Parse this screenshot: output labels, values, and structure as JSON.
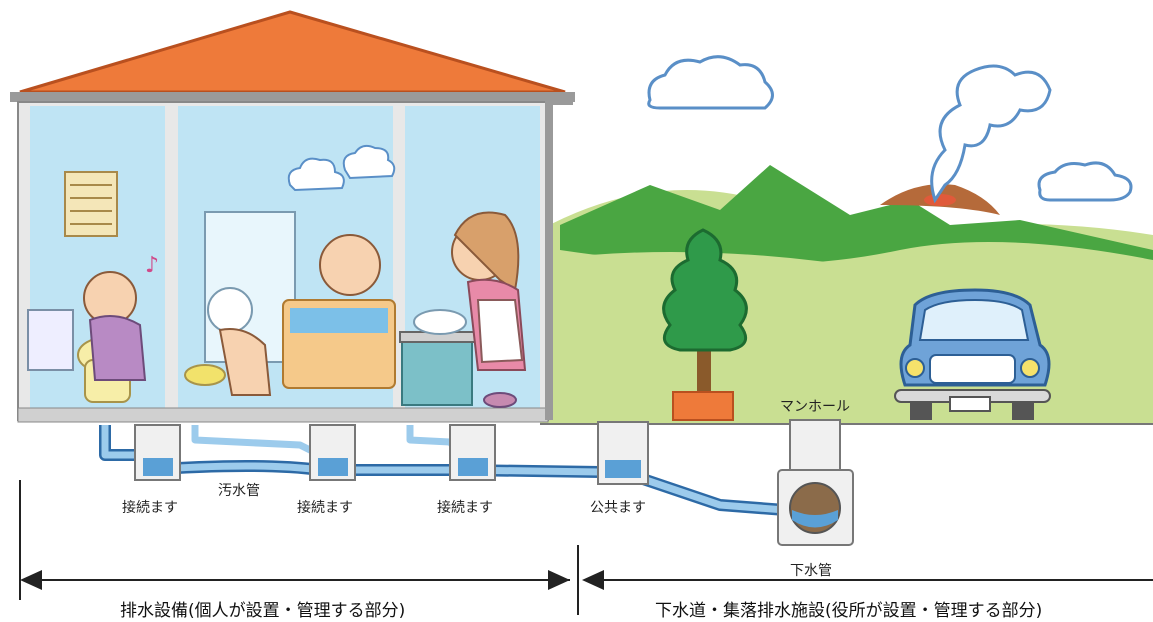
{
  "labels": {
    "manhole": "マンホール",
    "sewage_pipe": "汚水管",
    "connection_box_1": "接続ます",
    "connection_box_2": "接続ます",
    "connection_box_3": "接続ます",
    "public_box": "公共ます",
    "sewer_pipe": "下水管"
  },
  "sections": {
    "private": "排水設備(個人が設置・管理する部分)",
    "public": "下水道・集落排水施設(役所が設置・管理する部分)"
  },
  "colors": {
    "roof": "#ee7a3a",
    "wall_interior": "#bfe4f4",
    "water_pipe": "#5aa0d6",
    "mountain": "#4aa642",
    "ground": "#c9df92",
    "car": "#6fa3d8"
  }
}
